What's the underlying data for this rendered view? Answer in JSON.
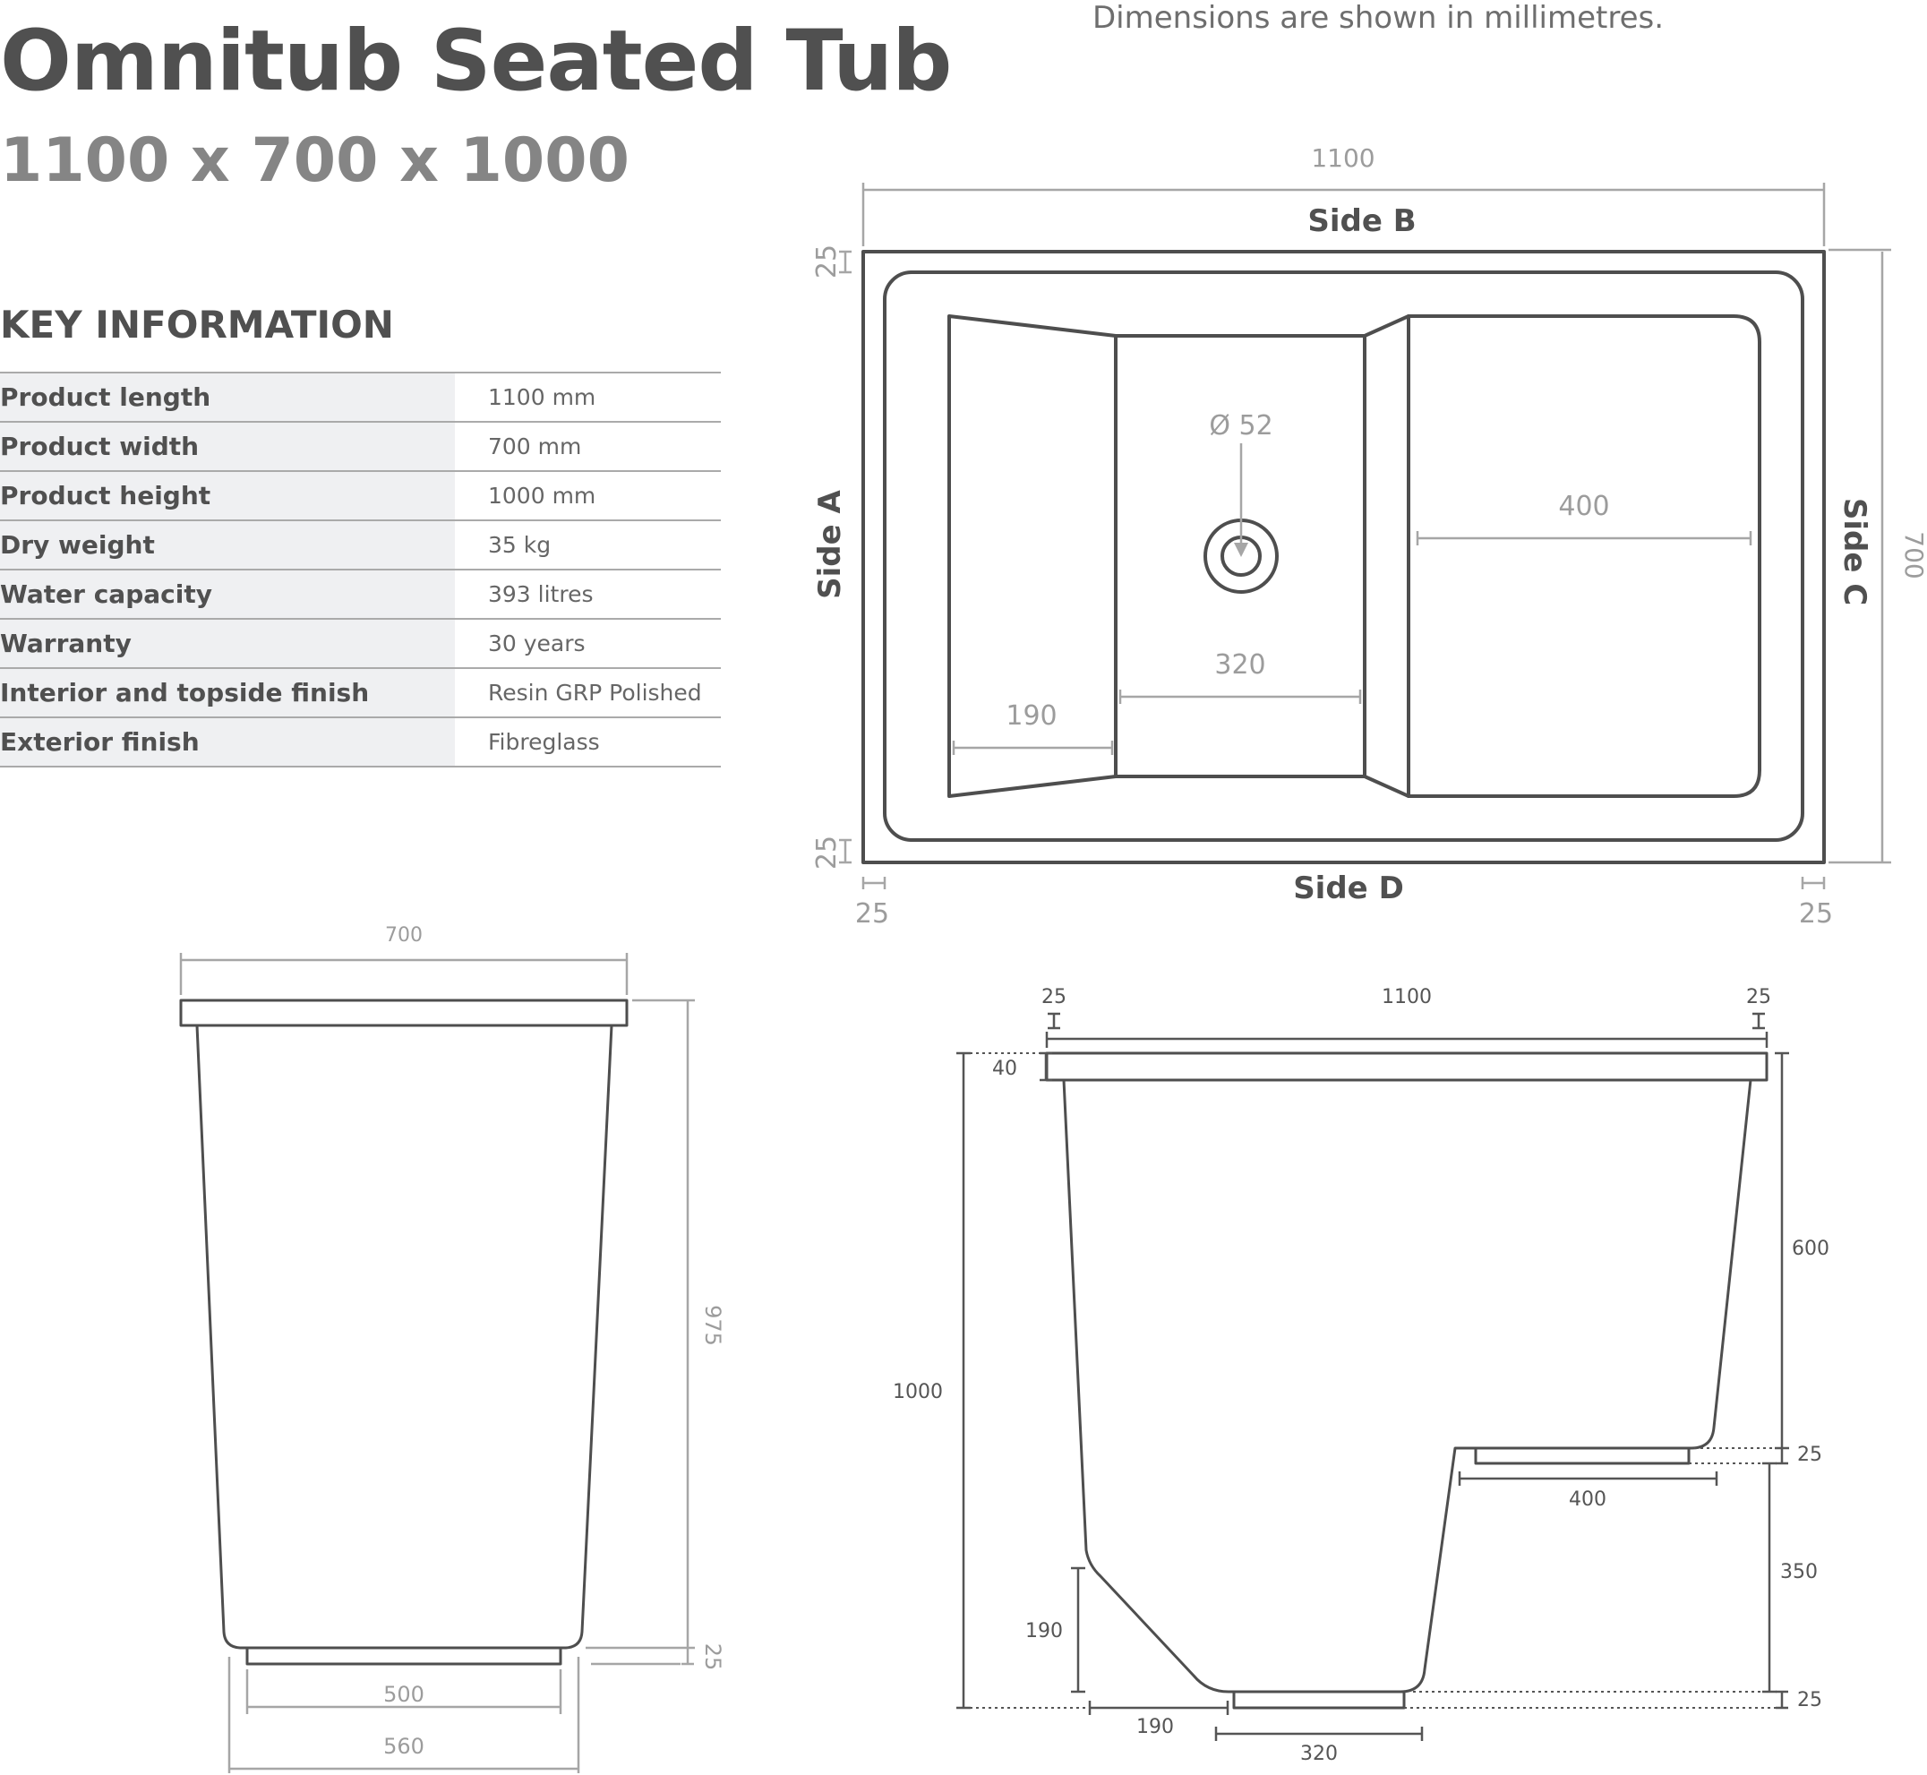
{
  "header": {
    "title": "Omnitub Seated Tub",
    "subtitle": "1100 x 700 x 1000",
    "dimensions_note": "Dimensions are shown in millimetres."
  },
  "key_information": {
    "heading": "KEY INFORMATION",
    "rows": [
      {
        "label": "Product length",
        "value": "1100 mm"
      },
      {
        "label": "Product width",
        "value": "700 mm"
      },
      {
        "label": "Product height",
        "value": "1000 mm"
      },
      {
        "label": "Dry weight",
        "value": "35 kg"
      },
      {
        "label": "Water capacity",
        "value": "393 litres"
      },
      {
        "label": "Warranty",
        "value": "30 years"
      },
      {
        "label": "Interior and topside  finish",
        "value": "Resin GRP Polished"
      },
      {
        "label": "Exterior finish",
        "value": "Fibreglass"
      }
    ]
  },
  "top_view": {
    "side_a": "Side A",
    "side_b": "Side B",
    "side_c": "Side C",
    "side_d": "Side D",
    "overall_length": "1100",
    "overall_width": "700",
    "rim_top": "25",
    "rim_bottom": "25",
    "rim_left": "25",
    "rim_right": "25",
    "drain": "Ø 52",
    "seat_depth": "400",
    "floor_length": "320",
    "slope_length": "190"
  },
  "end_view": {
    "top_width": "700",
    "height": "975",
    "base_height": "25",
    "base_width": "500",
    "bottom_width": "560"
  },
  "side_view": {
    "rim_left": "25",
    "length": "1100",
    "rim_right": "25",
    "rim_thickness": "40",
    "total_height": "1000",
    "seat_to_rim": "600",
    "seat_pad": "25",
    "seat_depth": "400",
    "seat_height": "350",
    "base_pad": "25",
    "slope_height": "190",
    "slope_length": "190",
    "floor_length": "320"
  }
}
